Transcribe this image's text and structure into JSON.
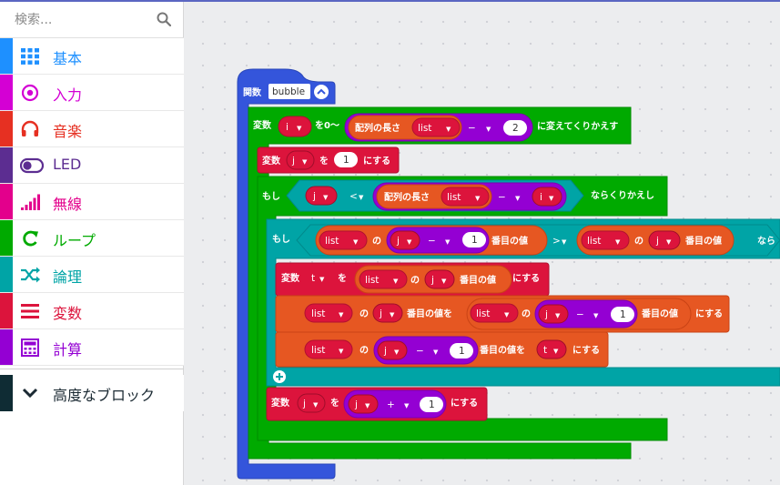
{
  "search": {
    "placeholder": "検索..."
  },
  "categories": [
    {
      "label": "基本",
      "color": "#1e90ff",
      "icon": "grid-icon"
    },
    {
      "label": "入力",
      "color": "#d400d4",
      "icon": "target-icon"
    },
    {
      "label": "音楽",
      "color": "#e63022",
      "icon": "headphones-icon"
    },
    {
      "label": "LED",
      "color": "#5c2d91",
      "icon": "toggle-icon"
    },
    {
      "label": "無線",
      "color": "#e3008c",
      "icon": "signal-icon"
    },
    {
      "label": "ループ",
      "color": "#00aa00",
      "icon": "loop-icon"
    },
    {
      "label": "論理",
      "color": "#00a4a6",
      "icon": "shuffle-icon"
    },
    {
      "label": "変数",
      "color": "#dc143c",
      "icon": "list-icon"
    },
    {
      "label": "計算",
      "color": "#9400d3",
      "icon": "calculator-icon"
    }
  ],
  "advanced": {
    "label": "高度なブロック",
    "icon": "chevron-down-icon"
  },
  "colors": {
    "function": "#3455db",
    "loop": "#00aa00",
    "variable": "#dc143c",
    "math": "#9400d3",
    "logic": "#00a4a6",
    "array": "#e65722"
  },
  "blocks": {
    "func_label": "関数",
    "func_name": "bubble",
    "for_var_label": "変数",
    "for_var": "i",
    "for_from": "を0〜",
    "len_label": "配列の長さ",
    "list": "list",
    "minus": "−",
    "two": "2",
    "for_suffix": "に変えてくりかえす",
    "set_label": "変数",
    "j": "j",
    "set_to": "を",
    "one": "1",
    "set_suffix": "にする",
    "while_label": "もし",
    "lt": "<",
    "i": "i",
    "while_suffix": "ならくりかえし",
    "if_label": "もし",
    "no": "の",
    "index_suffix": "番目の値",
    "gt": ">",
    "if_suffix": "なら",
    "t": "t",
    "index_set_suffix": "番目の値を",
    "plus": "+"
  }
}
